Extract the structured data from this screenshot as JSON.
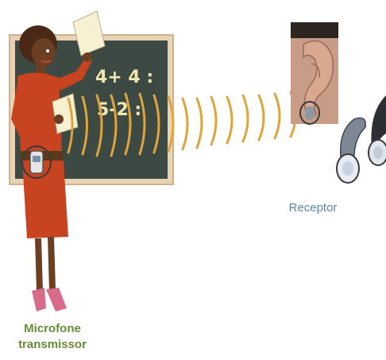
{
  "board": {
    "line1": "4+ 4 :",
    "line2": "5-2 :"
  },
  "labels": {
    "transmitter_line1": "Microfone",
    "transmitter_line2": "transmissor",
    "receiver": "Receptor"
  },
  "colors": {
    "board": "#3d4a43",
    "board_frame": "#e8d2b4",
    "dress": "#c8431f",
    "skin": "#6b3f22",
    "waves": "#e0a43c",
    "transmitter_label": "#6a8a3a",
    "receiver_label": "#5f84a8"
  },
  "icons": [
    "teacher-figure",
    "chalkboard",
    "paper-sheet",
    "microphone-transmitter-icon",
    "ear-photo",
    "hearing-aid-icon",
    "sound-wave"
  ]
}
